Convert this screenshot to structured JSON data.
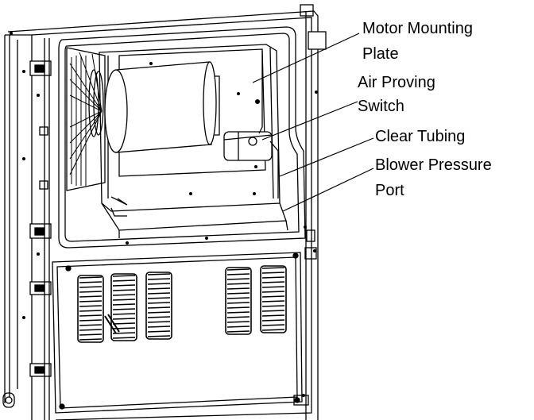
{
  "labels": {
    "motor_mounting_plate": [
      "Motor Mounting",
      "Plate"
    ],
    "air_proving_switch": [
      "Air Proving",
      "Switch"
    ],
    "clear_tubing": [
      "Clear Tubing"
    ],
    "blower_pressure_port": [
      "Blower Pressure",
      "Port"
    ]
  }
}
